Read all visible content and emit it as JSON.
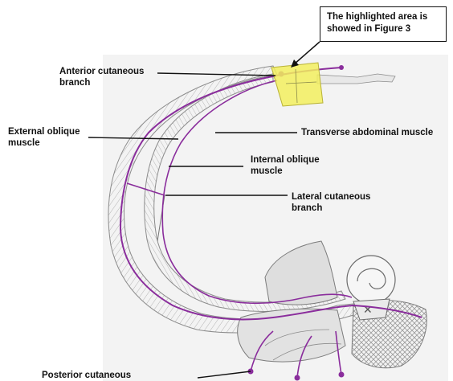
{
  "callout": {
    "line1": "The highlighted area is",
    "line2": "showed in Figure 3"
  },
  "labels": {
    "anterior_line1": "Anterior cutaneous",
    "anterior_line2": "branch",
    "external_line1": "External oblique",
    "external_line2": "muscle",
    "transverse": "Transverse abdominal muscle",
    "internal_line1": "Internal oblique",
    "internal_line2": "muscle",
    "lateral_line1": "Lateral cutaneous",
    "lateral_line2": "branch",
    "posterior_line1": "Posterior cutaneous"
  },
  "colors": {
    "nerve": "#8a2d9c",
    "highlight": "#f2ee5e",
    "pencil": "#8c8c8c",
    "paper_shade": "#efefef"
  }
}
